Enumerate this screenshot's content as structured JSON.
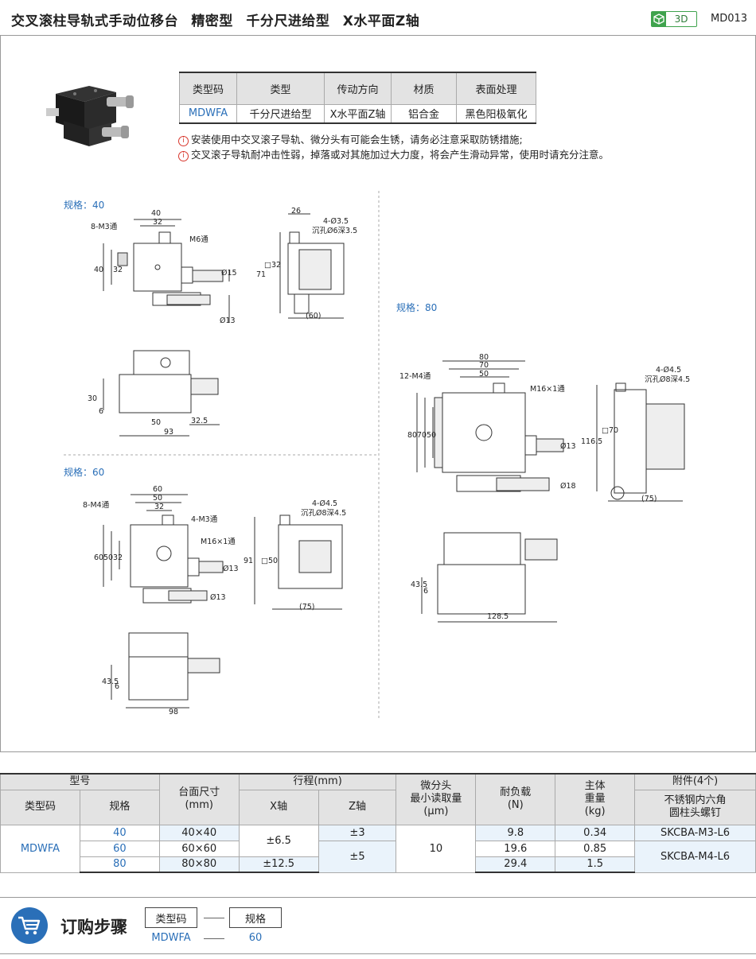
{
  "header": {
    "title_parts": [
      "交叉滚柱导轨式手动位移台",
      "精密型",
      "千分尺进给型",
      "X水平面Z轴"
    ],
    "badge_3d": "3D",
    "code": "MD013"
  },
  "info_table": {
    "headers": [
      "类型码",
      "类型",
      "传动方向",
      "材质",
      "表面处理"
    ],
    "row": [
      "MDWFA",
      "千分尺进给型",
      "X水平面Z轴",
      "铝合金",
      "黑色阳极氧化"
    ]
  },
  "notes": [
    "安装使用中交叉滚子导轨、微分头有可能会生锈，请务必注意采取防锈措施;",
    "交叉滚子导轨耐冲击性弱，掉落或对其施加过大力度，将会产生滑动异常，使用时请充分注意。"
  ],
  "notes_icon": "info-icon",
  "drawings": {
    "s40": {
      "label": "规格：40",
      "top": {
        "d40": "40",
        "d32": "32",
        "m3": "8-M3通",
        "m6": "M6通",
        "h40": "40",
        "h32": "32",
        "phi15": "Ø15",
        "phi13": "Ø13"
      },
      "side": {
        "d26": "26",
        "hole": "4-Ø3.5",
        "counter": "沉孔Ø6深3.5",
        "h71": "71",
        "sq32": "□32",
        "w60": "(60)"
      },
      "front": {
        "h30": "30",
        "h6": "6",
        "w50": "50",
        "w93": "93",
        "w325": "32.5"
      }
    },
    "s60": {
      "label": "规格：60",
      "top": {
        "d60": "60",
        "d50": "50",
        "d32": "32",
        "m4": "8-M4通",
        "m3": "4-M3通",
        "m16": "M16×1通",
        "h60": "60",
        "h50": "50",
        "h32": "32",
        "phi13a": "Ø13",
        "phi13b": "Ø13"
      },
      "side": {
        "hole": "4-Ø4.5",
        "counter": "沉孔Ø8深4.5",
        "h91": "91",
        "sq50": "□50",
        "w75": "(75)"
      },
      "front": {
        "h435": "43.5",
        "h6": "6",
        "w98": "98"
      }
    },
    "s80": {
      "label": "规格：80",
      "top": {
        "d80": "80",
        "d70": "70",
        "d50": "50",
        "m4": "12-M4通",
        "m16": "M16×1通",
        "h80": "80",
        "h70": "70",
        "h50": "50",
        "phi13": "Ø13",
        "phi18": "Ø18"
      },
      "side": {
        "hole": "4-Ø4.5",
        "counter": "沉孔Ø8深4.5",
        "h1165": "116.5",
        "sq70": "□70",
        "w75": "(75)"
      },
      "front": {
        "h435": "43.5",
        "h6": "6",
        "w1285": "128.5"
      }
    }
  },
  "spec_table": {
    "h_model": "型号",
    "h_type": "类型码",
    "h_size": "规格",
    "h_table": "台面尺寸\n(mm)",
    "h_travel": "行程(mm)",
    "h_x": "X轴",
    "h_z": "Z轴",
    "h_micro": "微分头\n最小读取量\n(μm)",
    "h_load": "耐负载\n(N)",
    "h_weight": "主体\n重量\n(kg)",
    "h_acc": "附件(4个)",
    "h_acc2": "不锈钢内六角\n圆柱头螺钉",
    "type_code": "MDWFA",
    "rows": [
      {
        "size": "40",
        "table": "40×40",
        "load": "9.8",
        "weight": "0.34"
      },
      {
        "size": "60",
        "table": "60×60",
        "load": "19.6",
        "weight": "0.85"
      },
      {
        "size": "80",
        "table": "80×80",
        "load": "29.4",
        "weight": "1.5"
      }
    ],
    "x_travel_a": "±6.5",
    "x_travel_b": "±12.5",
    "z_travel_a": "±3",
    "z_travel_b": "±5",
    "micro": "10",
    "acc_a": "SKCBA-M3-L6",
    "acc_b": "SKCBA-M4-L6"
  },
  "order": {
    "title": "订购步骤",
    "cart_icon": "cart-icon",
    "box1": "类型码",
    "box2": "规格",
    "val1": "MDWFA",
    "val2": "60"
  }
}
